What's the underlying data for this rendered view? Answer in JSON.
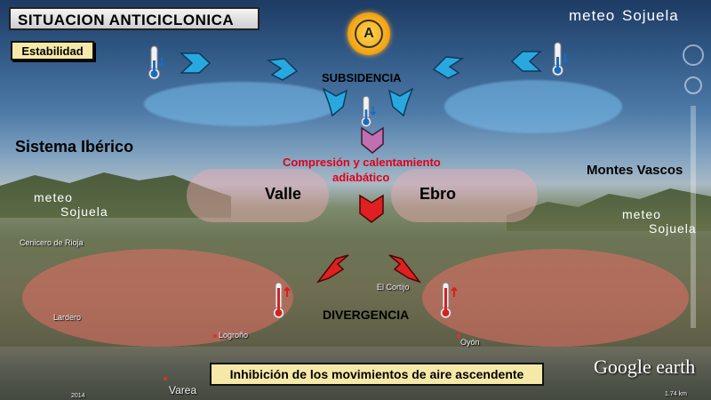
{
  "title": "SITUACION ANTICICLONICA",
  "badge": "Estabilidad",
  "anticyclone_symbol": "A",
  "labels": {
    "subsidencia": "SUBSIDENCIA",
    "sistema_iberico": "Sistema Ibérico",
    "montes_vascos": "Montes Vascos",
    "compresion": "Compresión y calentamiento",
    "adiabatico": "adiabático",
    "valle": "Valle",
    "ebro": "Ebro",
    "divergencia": "DIVERGENCIA",
    "bottom": "Inhibición de los movimientos de aire ascendente"
  },
  "watermark": {
    "line1": "meteo",
    "line2": "Sojuela"
  },
  "places": {
    "lardero": "Lardero",
    "logrono": "Logroño",
    "varea": "Varea",
    "oyon": "Oyón",
    "elcortijo": "El Cortijo",
    "casalarreina": "Cenicero de Rioja"
  },
  "google_earth": {
    "logo": "Google earth",
    "year": "2014",
    "scale": "1.74 km"
  },
  "colors": {
    "cold_arrow": "#29a8e0",
    "warm_arrow": "#e02020",
    "compression_arrow": "#c070b0",
    "label_red": "#e0001a",
    "badge_bg": "#f6e9a8"
  },
  "icons": [
    "thermometer-cold-icon",
    "thermometer-warm-icon",
    "anticyclone-sun-icon",
    "chevron-arrow-icon"
  ]
}
